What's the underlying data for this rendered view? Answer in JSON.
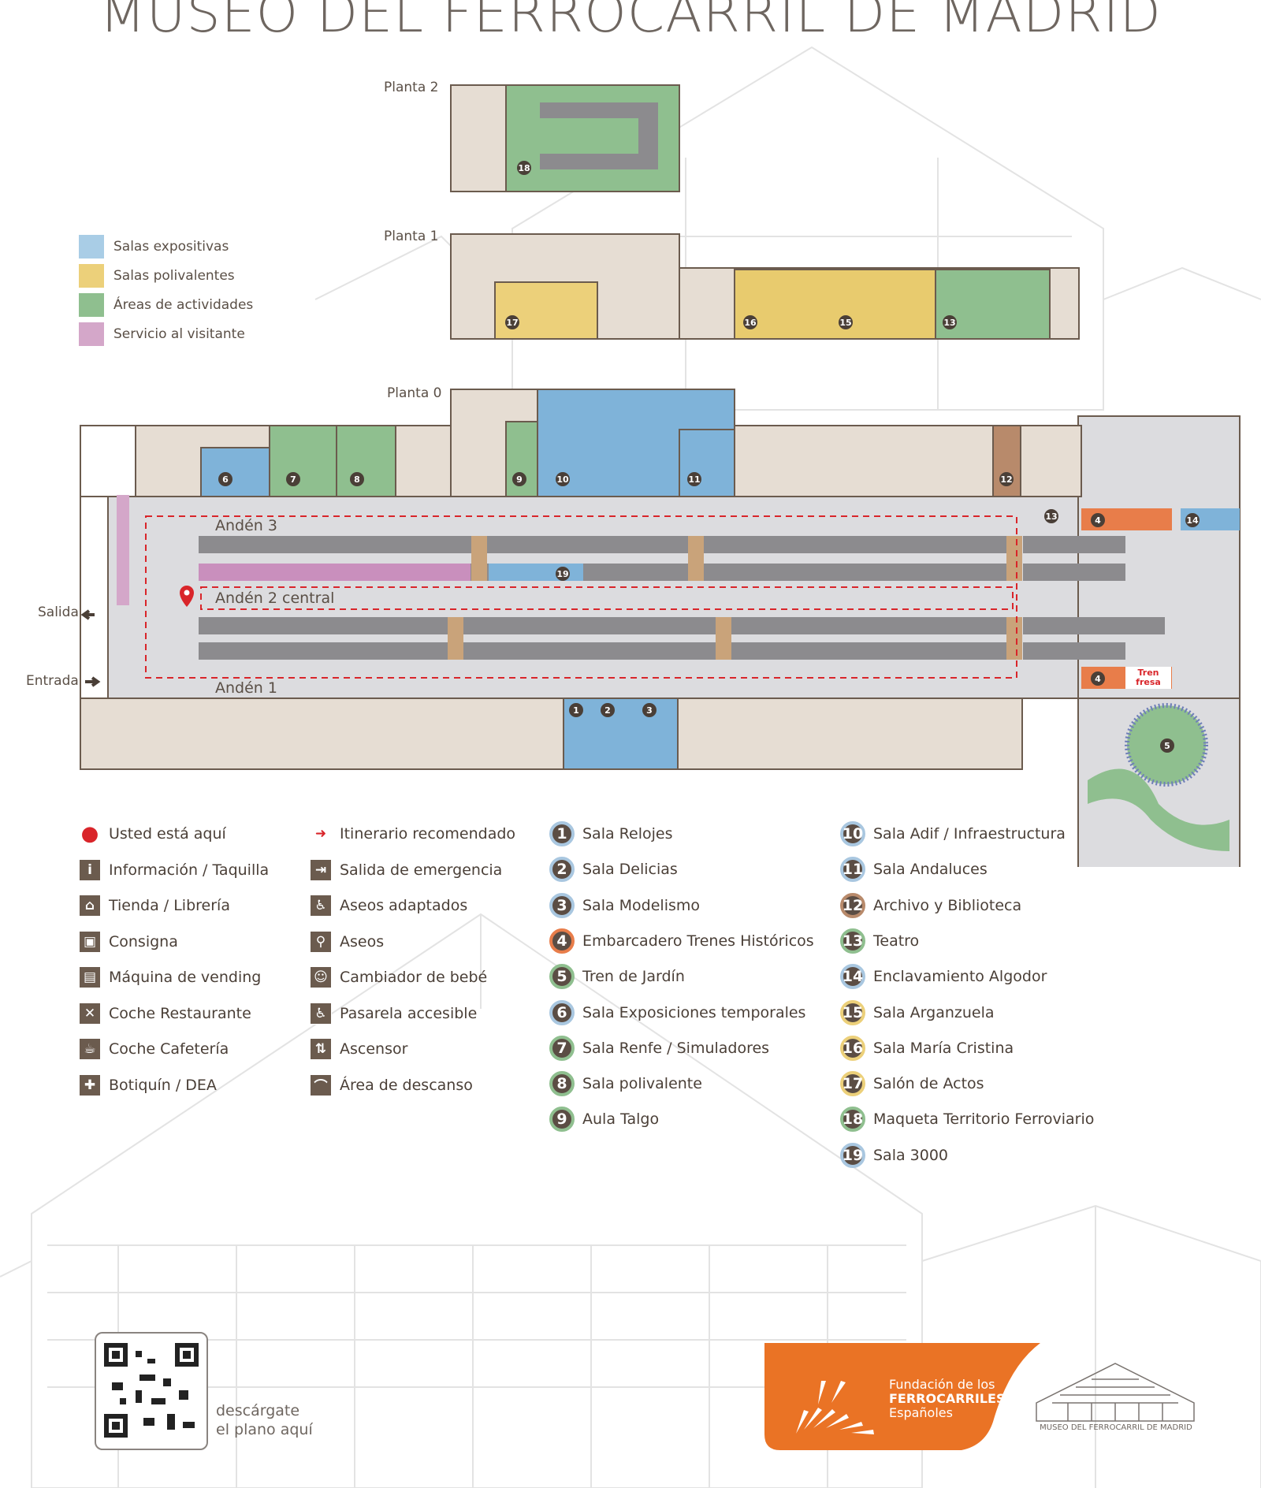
{
  "title": "MUSEO DEL FERROCARRIL DE MADRID",
  "floors": {
    "p2": "Planta 2",
    "p1": "Planta 1",
    "p0": "Planta 0"
  },
  "doors": {
    "exit": "Salida",
    "entry": "Entrada"
  },
  "platforms": {
    "a3": "Andén 3",
    "a2": "Andén 2 central",
    "a1": "Andén 1"
  },
  "categories": [
    {
      "label": "Salas expositivas",
      "color": "#a9cde6"
    },
    {
      "label": "Salas polivalentes",
      "color": "#ecd07a"
    },
    {
      "label": "Áreas de actividades",
      "color": "#8fbf8f"
    },
    {
      "label": "Servicio al visitante",
      "color": "#d4a7c9"
    }
  ],
  "colors": {
    "expo": "#7fb3d9",
    "poli": "#e8cb6e",
    "activ": "#8fbf8f",
    "serv": "#c98fbd",
    "room": "#e6ddd3",
    "floor": "#dcdcdf",
    "track": "#8c8b8e",
    "wall": "#6b5b4e",
    "route": "#d9252a",
    "orange": "#e87d4a",
    "brand": "#ea7325",
    "archivo": "#b88a6b"
  },
  "services_col1": [
    {
      "icon": "pin-icon",
      "label": "Usted está aquí"
    },
    {
      "icon": "info-ticket-icon",
      "label": "Información / Taquilla"
    },
    {
      "icon": "gift-icon",
      "label": "Tienda / Librería"
    },
    {
      "icon": "locker-icon",
      "label": "Consigna"
    },
    {
      "icon": "vending-icon",
      "label": "Máquina de vending"
    },
    {
      "icon": "cutlery-icon",
      "label": "Coche Restaurante"
    },
    {
      "icon": "coffee-icon",
      "label": "Coche Cafetería"
    },
    {
      "icon": "first-aid-heart-icon",
      "label": "Botiquín / DEA"
    }
  ],
  "services_col2": [
    {
      "icon": "route-arrow-icon",
      "label": "Itinerario recomendado"
    },
    {
      "icon": "emergency-exit-icon",
      "label": "Salida de emergencia"
    },
    {
      "icon": "accessible-toilet-icon",
      "label": "Aseos adaptados"
    },
    {
      "icon": "toilet-icon",
      "label": "Aseos"
    },
    {
      "icon": "baby-change-icon",
      "label": "Cambiador de bebé"
    },
    {
      "icon": "wheelchair-icon",
      "label": "Pasarela accesible"
    },
    {
      "icon": "elevator-icon",
      "label": "Ascensor"
    },
    {
      "icon": "rest-area-icon",
      "label": "Área de descanso"
    }
  ],
  "rooms_col1": [
    {
      "n": "1",
      "label": "Sala Relojes",
      "ring": "#a9c7e0"
    },
    {
      "n": "2",
      "label": "Sala Delicias",
      "ring": "#a9c7e0"
    },
    {
      "n": "3",
      "label": "Sala Modelismo",
      "ring": "#a9c7e0"
    },
    {
      "n": "4",
      "label": "Embarcadero Trenes Históricos",
      "ring": "#e87d4a"
    },
    {
      "n": "5",
      "label": "Tren de Jardín",
      "ring": "#8fbf8f"
    },
    {
      "n": "6",
      "label": "Sala Exposiciones temporales",
      "ring": "#a9c7e0"
    },
    {
      "n": "7",
      "label": "Sala Renfe / Simuladores",
      "ring": "#8fbf8f"
    },
    {
      "n": "8",
      "label": "Sala polivalente",
      "ring": "#8fbf8f"
    },
    {
      "n": "9",
      "label": "Aula Talgo",
      "ring": "#8fbf8f"
    }
  ],
  "rooms_col2": [
    {
      "n": "10",
      "label": "Sala Adif / Infraestructura",
      "ring": "#a9c7e0"
    },
    {
      "n": "11",
      "label": "Sala Andaluces",
      "ring": "#a9c7e0"
    },
    {
      "n": "12",
      "label": "Archivo y Biblioteca",
      "ring": "#b88a6b"
    },
    {
      "n": "13",
      "label": "Teatro",
      "ring": "#8fbf8f"
    },
    {
      "n": "14",
      "label": "Enclavamiento Algodor",
      "ring": "#a9c7e0"
    },
    {
      "n": "15",
      "label": "Sala Arganzuela",
      "ring": "#ecd07a"
    },
    {
      "n": "16",
      "label": "Sala María Cristina",
      "ring": "#ecd07a"
    },
    {
      "n": "17",
      "label": "Salón de Actos",
      "ring": "#ecd07a"
    },
    {
      "n": "18",
      "label": "Maqueta Territorio Ferroviario",
      "ring": "#8fbf8f"
    },
    {
      "n": "19",
      "label": "Sala 3000",
      "ring": "#a9c7e0"
    }
  ],
  "tren_fresa": {
    "l1": "Tren",
    "l2": "fresa"
  },
  "qr": {
    "line1": "descárgate",
    "line2": "el plano aquí"
  },
  "foundation": {
    "l1": "Fundación de los",
    "l2": "FERROCARRILES",
    "l3": "Españoles"
  },
  "museum_logo_text": "MUSEO DEL FERROCARRIL DE MADRID"
}
